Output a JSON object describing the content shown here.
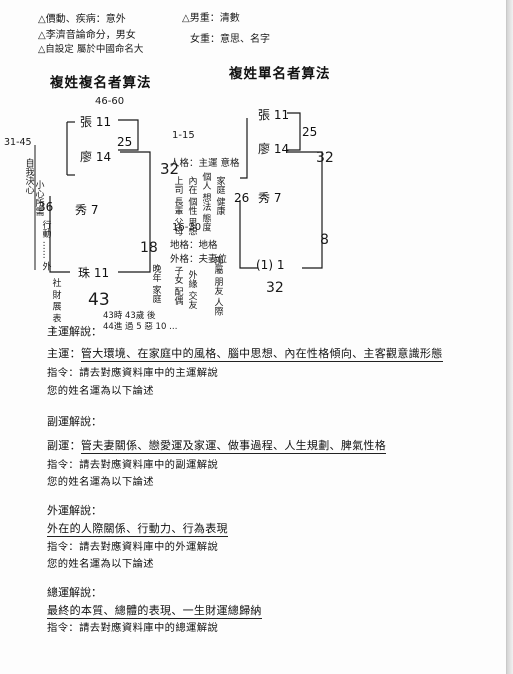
{
  "header_notes": {
    "left_line1": "△價動、疾病：意外",
    "left_line2": "△李濟音論命分，男女",
    "left_line3": "△自設定 屬於中國命名大",
    "right_line1": "△男重：清數",
    "right_line2": "女重：意思、名字"
  },
  "compound": {
    "title": "複姓複名者算法",
    "top_note": "46-60",
    "left_note": "31-45",
    "char_top": "張 11",
    "char_second": "廖 14",
    "char_third": "秀 7",
    "char_bottom": "珠 11",
    "num_25": "25",
    "num_36": "36",
    "hand_32": "32",
    "hand_18": "18",
    "hand_43": "43",
    "bottom_note_line1": "43時 43歲 後",
    "bottom_note_line2": "44進 過 5 惡 10 …",
    "left_vert_note1": "自我決心",
    "left_vert_note2": "小心所需",
    "left_vert_note3": "行動 …… 外",
    "left_vert_note4": "社 財 展 表 …"
  },
  "middle_notes": {
    "range_1_15": "1-15",
    "human_label": "人格：主運 意格",
    "vert_a": "上司 長輩 父母",
    "vert_b": "內在 個性 思想",
    "vert_c": "個人 想法 態度",
    "vert_d": "家庭 健康",
    "range_16_30": "16-30",
    "earth_label": "地格：地格",
    "external_label": "外格：夫妻位",
    "vert_e": "晚年 家庭",
    "vert_f": "子女 配偶",
    "vert_g": "外緣 交友",
    "vert_h": "部屬 朋友 人際"
  },
  "single": {
    "title": "複姓單名者算法",
    "char_top": "張 11",
    "char_second": "廖 14",
    "char_third": "秀 7",
    "bottom": "(1)  1",
    "num_25": "25",
    "num_26": "26",
    "hand_32": "32",
    "hand_8": "8",
    "hand_32b": "32"
  },
  "sections": [
    {
      "head": "主運解說：",
      "desc_parts": [
        "主運：",
        "管大環境",
        "、在家庭中的風格",
        "、腦中思想",
        "、內在性格傾向",
        "、主客觀意識形態"
      ],
      "instr": "指令：請去對應資料庫中的主運解說",
      "output": "您的姓名運為以下論述"
    },
    {
      "head": "副運解說：",
      "desc_parts": [
        "副運：",
        "管夫妻關係",
        "、戀愛運及家運",
        "、做事過程",
        "、人生規劃",
        "、脾氣性格"
      ],
      "instr": "指令：請去對應資料庫中的副運解說",
      "output": "您的姓名運為以下論述"
    },
    {
      "head": "外運解說：",
      "desc_parts": [
        "外在的人際關係",
        "、行動力",
        "、行為表現"
      ],
      "instr": "指令：請去對應資料庫中的外運解說",
      "output": "您的姓名運為以下論述"
    },
    {
      "head": "總運解說：",
      "desc_parts": [
        "最終的本質",
        "、總體的表現",
        "、一生財運總歸納"
      ],
      "instr": "指令：請去對應資料庫中的總運解說"
    }
  ]
}
